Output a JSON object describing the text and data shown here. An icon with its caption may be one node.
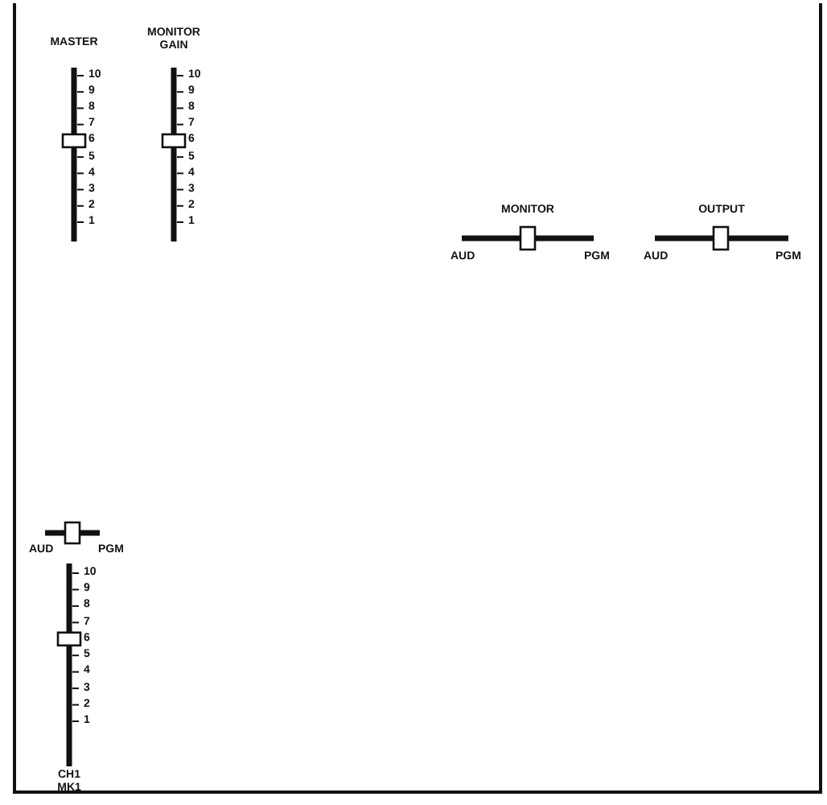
{
  "diagram": {
    "labels": [
      "MASTER",
      "MONITOR GAIN",
      "10",
      "9",
      "8",
      "7",
      "6",
      "5",
      "4",
      "3",
      "2",
      "1",
      "10",
      "9",
      "8",
      "7",
      "6",
      "5",
      "4",
      "3",
      "2",
      "1",
      "MONITOR",
      "AUD",
      "PGM",
      "OUTPUT",
      "AUD",
      "PGM",
      "AUD",
      "PGM",
      "10",
      "9",
      "8",
      "7",
      "6",
      "5",
      "4",
      "3",
      "2",
      "1",
      "CH1 MK1"
    ]
  }
}
